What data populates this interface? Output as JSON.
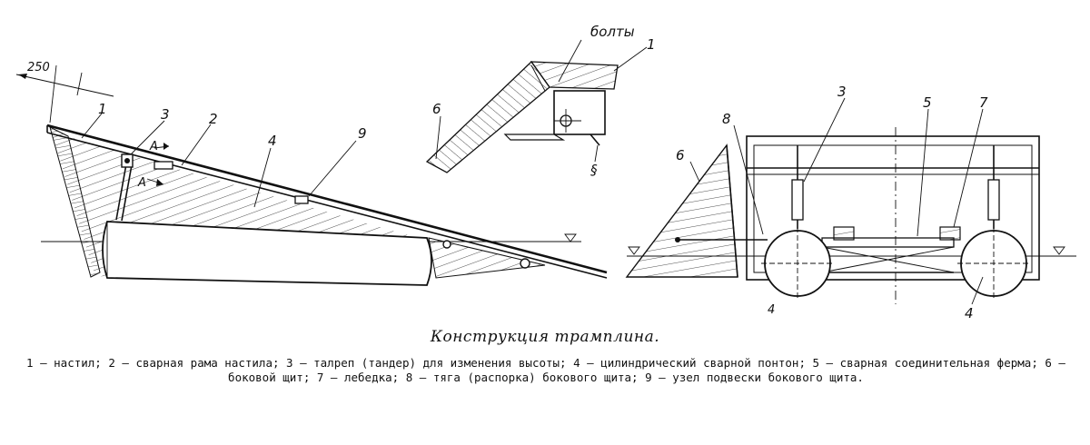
{
  "title": "Конструкция трамплина.",
  "legend": "1 — настил; 2 — сварная рама настила; 3 — талреп (тандер) для изменения высоты; 4 — цилиндрический сварной понтон; 5 — сварная соединительная ферма; 6 — боковой щит; 7 — лебедка; 8 — тяга (распорка) бокового щита; 9 — узел подвески бокового щита.",
  "labels": {
    "dim_250": "250",
    "n1": "1",
    "n2": "2",
    "n3": "3",
    "n4": "4",
    "n9": "9",
    "A_top": "А",
    "A_bottom": "А",
    "bolts": "болты",
    "detail_1": "1",
    "detail_6": "6",
    "detail_9": "§",
    "r_n3": "3",
    "r_n5": "5",
    "r_n7": "7",
    "r_n8": "8",
    "r_n6": "6",
    "r_n4_left": "4",
    "r_n4_right": "4"
  }
}
